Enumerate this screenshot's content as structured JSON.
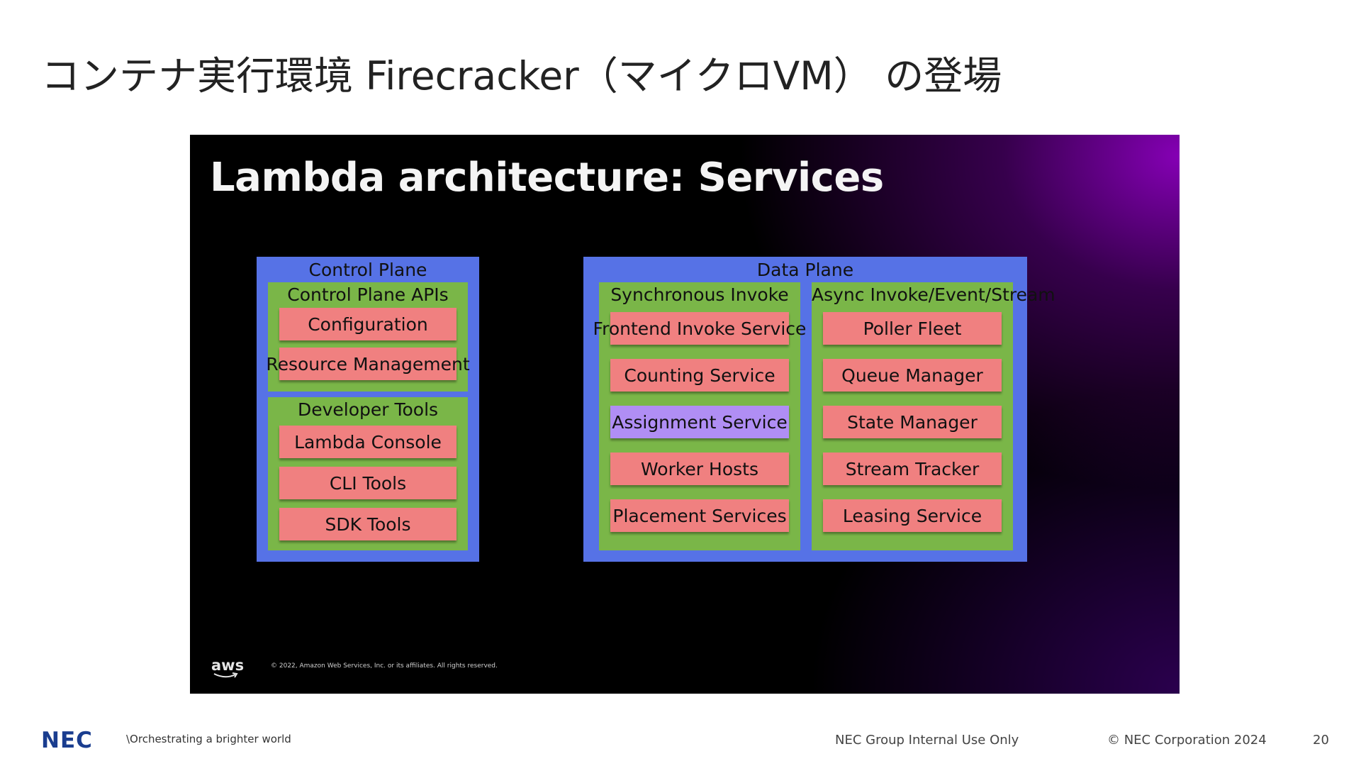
{
  "slide": {
    "title": "コンテナ実行環境 Firecracker（マイクロVM） の登場"
  },
  "screenshot": {
    "title": "Lambda architecture: Services",
    "aws_logo": "aws",
    "copyright": "© 2022, Amazon Web Services, Inc. or its affiliates. All rights reserved.",
    "control_plane": {
      "label": "Control Plane",
      "apis": {
        "label": "Control Plane APIs",
        "items": [
          "Configuration",
          "Resource Management"
        ]
      },
      "developer_tools": {
        "label": "Developer Tools",
        "items": [
          "Lambda Console",
          "CLI Tools",
          "SDK Tools"
        ]
      }
    },
    "data_plane": {
      "label": "Data Plane",
      "sync": {
        "label": "Synchronous Invoke",
        "items": [
          "Frontend Invoke Service",
          "Counting Service",
          "Assignment Service",
          "Worker Hosts",
          "Placement Services"
        ]
      },
      "async": {
        "label": "Async Invoke/Event/Stream",
        "items": [
          "Poller Fleet",
          "Queue Manager",
          "State Manager",
          "Stream Tracker",
          "Leasing Service"
        ]
      }
    },
    "colors": {
      "plane": "#5672e6",
      "group": "#7ab648",
      "service": "#f08080",
      "highlight": "#b08ef4"
    }
  },
  "footer": {
    "logo": "NEC",
    "tagline": "\\Orchestrating a brighter world",
    "classification": "NEC Group Internal Use Only",
    "copyright": "© NEC Corporation 2024",
    "page": "20"
  }
}
